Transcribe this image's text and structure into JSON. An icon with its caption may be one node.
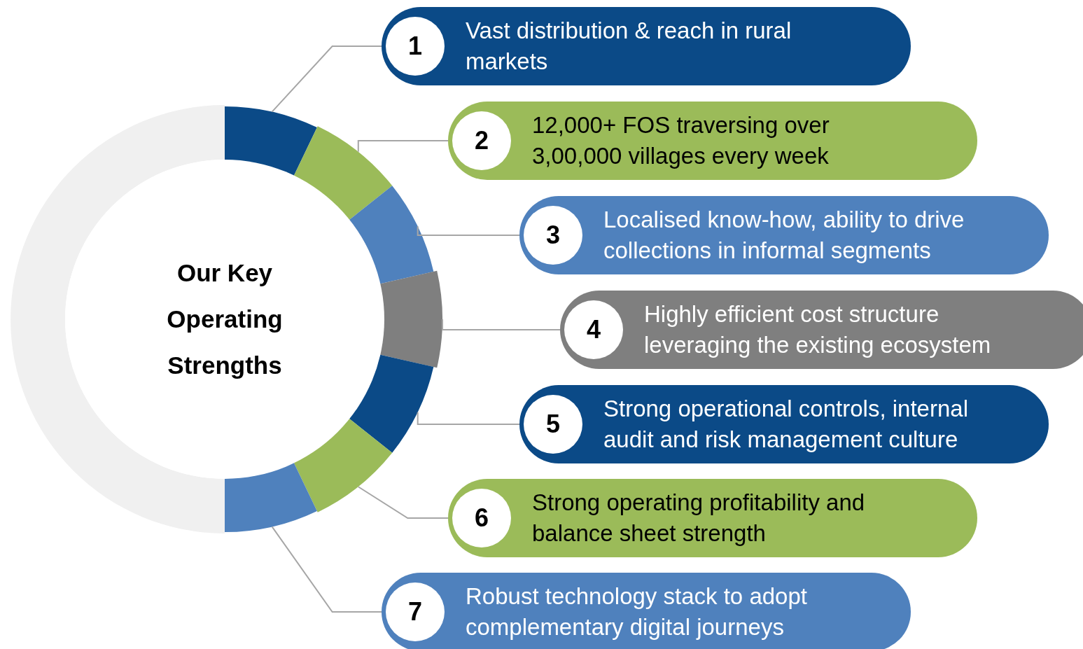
{
  "diagram": {
    "nodes": [
      {
        "text": [
          "Our Key Operating Strengths"
        ]
      },
      {
        "text": [],
        "shape": "arc"
      },
      {
        "text": [
          "Vast distribution & reach in rural markets"
        ]
      },
      {
        "text": [
          "1"
        ],
        "in": 2
      },
      {
        "text": [],
        "shape": "arc"
      },
      {
        "text": [
          "12,000+ FOS traversing over 3,00,000 villages every week"
        ]
      },
      {
        "text": [
          "2"
        ],
        "in": 5
      },
      {
        "text": [],
        "shape": "arc"
      },
      {
        "text": [
          "Localised know-how, ability to drive collections in informal segments"
        ]
      },
      {
        "text": [
          "3"
        ],
        "in": 8
      },
      {
        "text": [],
        "shape": "arc"
      },
      {
        "text": [
          "Highly efficient cost structure leveraging the existing ecosystem"
        ]
      },
      {
        "text": [
          "4"
        ],
        "in": 11
      },
      {
        "text": [],
        "shape": "arc"
      },
      {
        "text": [
          "Strong operational controls, internal audit and risk management culture"
        ]
      },
      {
        "text": [
          "5"
        ],
        "in": 14
      },
      {
        "text": [],
        "shape": "arc"
      },
      {
        "text": [
          "Strong operating profitability and balance sheet strength"
        ]
      },
      {
        "text": [
          "6"
        ],
        "in": 17
      },
      {
        "text": [],
        "shape": "arc"
      },
      {
        "text": [
          "Robust technology stack to adopt complementary digital journeys"
        ]
      },
      {
        "text": [
          "7"
        ],
        "in": 20
      }
    ],
    "edges": [
      {
        "from": 1,
        "to": 2,
        "arrow": "none"
      },
      {
        "from": 4,
        "to": 5,
        "arrow": "none"
      },
      {
        "from": 7,
        "to": 8,
        "arrow": "none"
      },
      {
        "from": 10,
        "to": 11,
        "arrow": "none"
      },
      {
        "from": 13,
        "to": 14,
        "arrow": "none"
      },
      {
        "from": 16,
        "to": 17,
        "arrow": "none"
      },
      {
        "from": 19,
        "to": 20,
        "arrow": "none"
      }
    ]
  }
}
